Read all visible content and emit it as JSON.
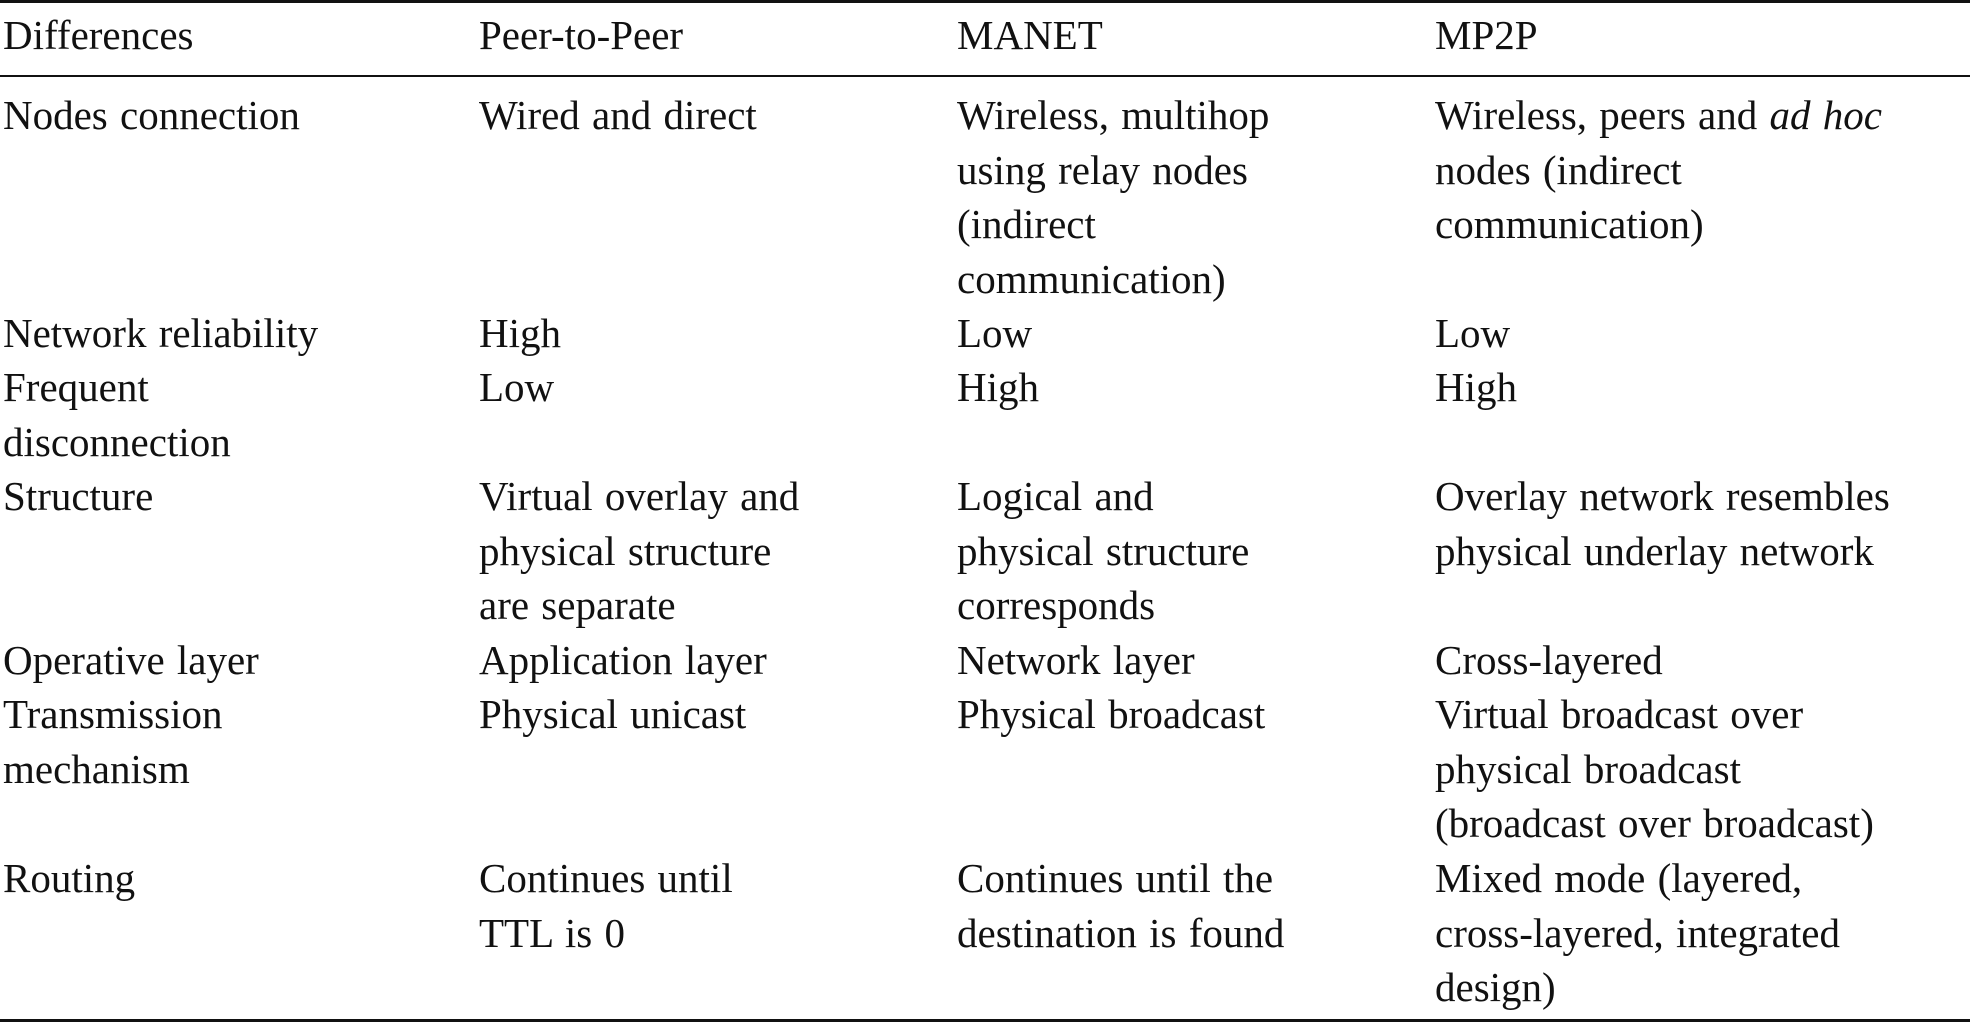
{
  "table": {
    "headers": [
      "Differences",
      "Peer-to-Peer",
      "MANET",
      "MP2P"
    ],
    "rows": [
      {
        "cells": [
          [
            "Nodes connection"
          ],
          [
            "Wired and direct"
          ],
          [
            "Wireless, multihop",
            "using relay nodes",
            "(indirect",
            "communication)"
          ],
          [
            "nodes (indirect",
            "communication)"
          ]
        ],
        "mp2p_line1_prefix": "Wireless, peers and ",
        "mp2p_line1_italic": "ad hoc"
      },
      {
        "cells": [
          [
            "Network reliability"
          ],
          [
            "High"
          ],
          [
            "Low"
          ],
          [
            "Low"
          ]
        ]
      },
      {
        "cells": [
          [
            "Frequent",
            "disconnection"
          ],
          [
            "Low"
          ],
          [
            "High"
          ],
          [
            "High"
          ]
        ]
      },
      {
        "cells": [
          [
            "Structure"
          ],
          [
            "Virtual overlay and",
            "physical structure",
            "are separate"
          ],
          [
            "Logical and",
            "physical structure",
            "corresponds"
          ],
          [
            "Overlay network resembles",
            "physical underlay network"
          ]
        ]
      },
      {
        "cells": [
          [
            "Operative layer"
          ],
          [
            "Application layer"
          ],
          [
            "Network layer"
          ],
          [
            "Cross-layered"
          ]
        ]
      },
      {
        "cells": [
          [
            "Transmission",
            "mechanism"
          ],
          [
            "Physical unicast"
          ],
          [
            "Physical broadcast"
          ],
          [
            "Virtual broadcast over",
            "physical broadcast",
            "(broadcast over broadcast)"
          ]
        ]
      },
      {
        "cells": [
          [
            "Routing"
          ],
          [
            "Continues until",
            "TTL is 0"
          ],
          [
            "Continues until the",
            "destination is found"
          ],
          [
            "Mixed mode (layered,",
            "cross-layered, integrated",
            "design)"
          ]
        ]
      }
    ]
  }
}
